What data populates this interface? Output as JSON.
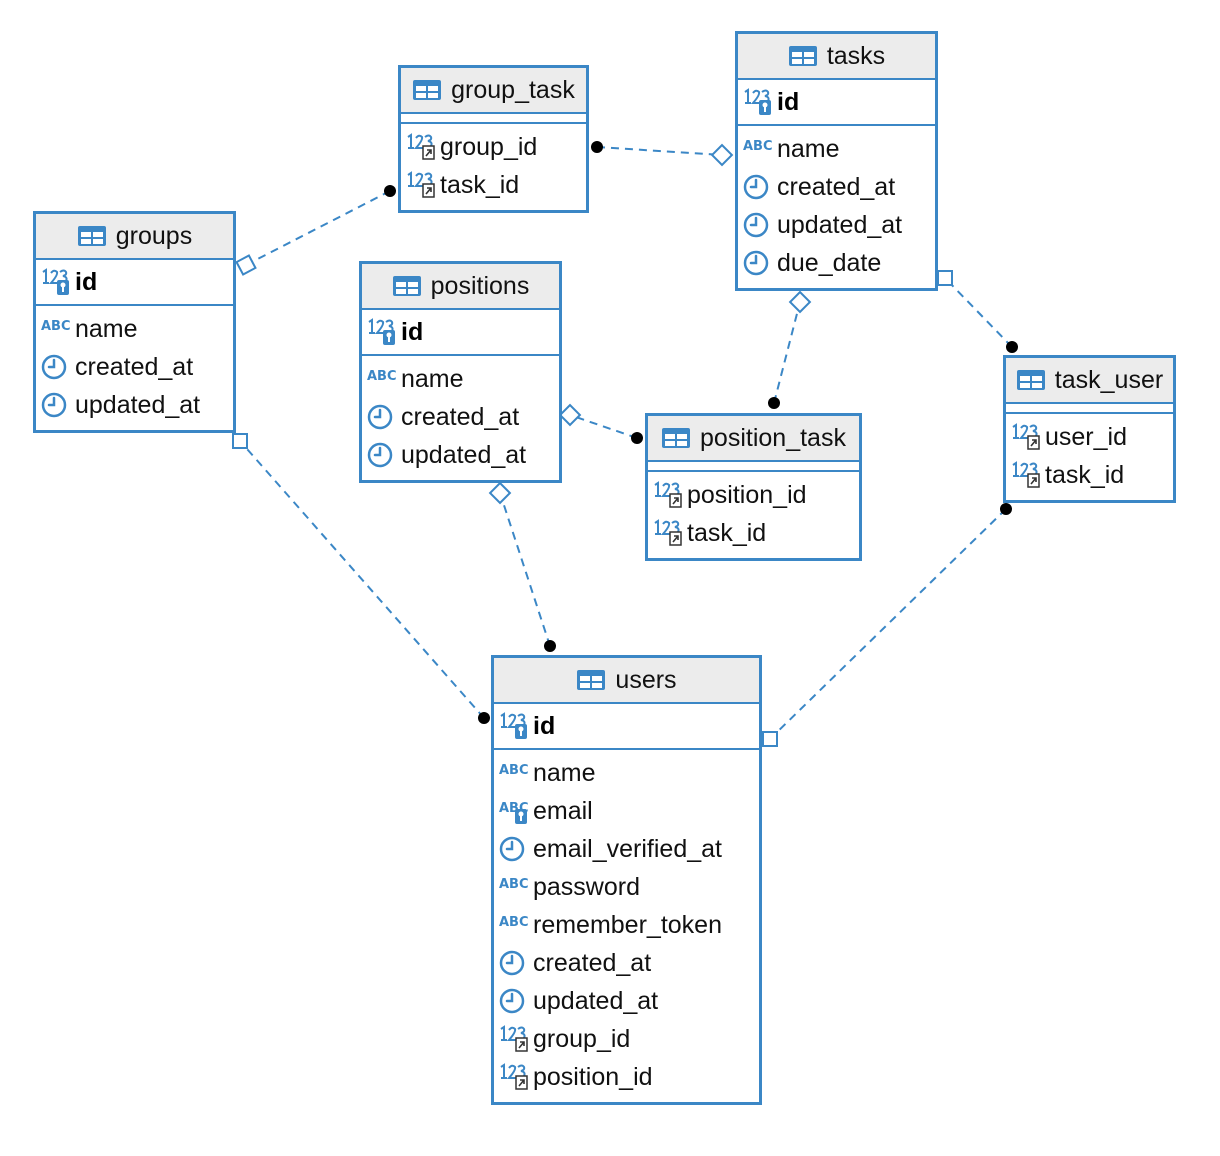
{
  "colors": {
    "accent": "#3b87c6",
    "header_bg": "#ececec"
  },
  "entities": {
    "groups": {
      "title": "groups",
      "pk": {
        "name": "id",
        "icon": "numeric-key-icon"
      },
      "columns": [
        {
          "name": "name",
          "icon": "text-icon"
        },
        {
          "name": "created_at",
          "icon": "clock-icon"
        },
        {
          "name": "updated_at",
          "icon": "clock-icon"
        }
      ]
    },
    "group_task": {
      "title": "group_task",
      "columns": [
        {
          "name": "group_id",
          "icon": "numeric-fk-icon"
        },
        {
          "name": "task_id",
          "icon": "numeric-fk-icon"
        }
      ]
    },
    "tasks": {
      "title": "tasks",
      "pk": {
        "name": "id",
        "icon": "numeric-key-icon"
      },
      "columns": [
        {
          "name": "name",
          "icon": "text-icon"
        },
        {
          "name": "created_at",
          "icon": "clock-icon"
        },
        {
          "name": "updated_at",
          "icon": "clock-icon"
        },
        {
          "name": "due_date",
          "icon": "clock-icon"
        }
      ]
    },
    "positions": {
      "title": "positions",
      "pk": {
        "name": "id",
        "icon": "numeric-key-icon"
      },
      "columns": [
        {
          "name": "name",
          "icon": "text-icon"
        },
        {
          "name": "created_at",
          "icon": "clock-icon"
        },
        {
          "name": "updated_at",
          "icon": "clock-icon"
        }
      ]
    },
    "position_task": {
      "title": "position_task",
      "columns": [
        {
          "name": "position_id",
          "icon": "numeric-fk-icon"
        },
        {
          "name": "task_id",
          "icon": "numeric-fk-icon"
        }
      ]
    },
    "task_user": {
      "title": "task_user",
      "columns": [
        {
          "name": "user_id",
          "icon": "numeric-fk-icon"
        },
        {
          "name": "task_id",
          "icon": "numeric-fk-icon"
        }
      ]
    },
    "users": {
      "title": "users",
      "pk": {
        "name": "id",
        "icon": "numeric-key-icon"
      },
      "columns": [
        {
          "name": "name",
          "icon": "text-icon"
        },
        {
          "name": "email",
          "icon": "text-key-icon"
        },
        {
          "name": "email_verified_at",
          "icon": "clock-icon"
        },
        {
          "name": "password",
          "icon": "text-icon"
        },
        {
          "name": "remember_token",
          "icon": "text-icon"
        },
        {
          "name": "created_at",
          "icon": "clock-icon"
        },
        {
          "name": "updated_at",
          "icon": "clock-icon"
        },
        {
          "name": "group_id",
          "icon": "numeric-fk-icon"
        },
        {
          "name": "position_id",
          "icon": "numeric-fk-icon"
        }
      ]
    }
  },
  "relationships": [
    {
      "from": "group_task",
      "to": "groups"
    },
    {
      "from": "group_task",
      "to": "tasks"
    },
    {
      "from": "position_task",
      "to": "positions"
    },
    {
      "from": "position_task",
      "to": "tasks"
    },
    {
      "from": "task_user",
      "to": "tasks"
    },
    {
      "from": "task_user",
      "to": "users"
    },
    {
      "from": "users",
      "to": "groups"
    },
    {
      "from": "users",
      "to": "positions"
    }
  ]
}
